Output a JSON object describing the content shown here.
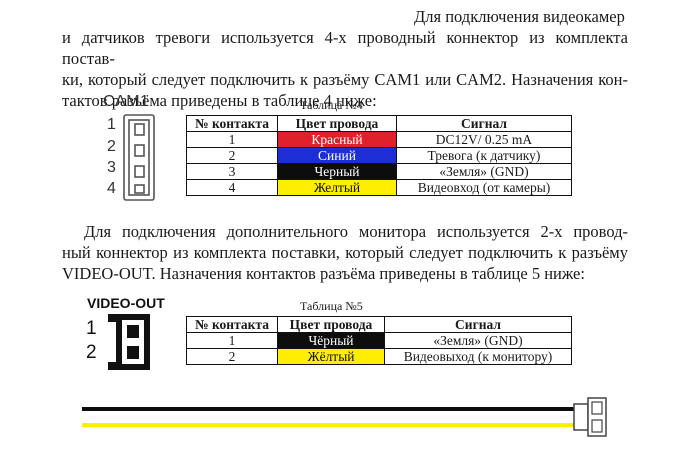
{
  "paragraph1": {
    "lines": [
      "Для подключения видеокамер",
      "и датчиков тревоги используется 4-х проводный коннектор из комплекта постав-",
      "ки, который следует подключить к  разъёму CAM1 или CAM2. Назначения кон-",
      "тактов разъёма приведены в таблице 4 ниже:"
    ]
  },
  "connector1": {
    "label": "CAM1",
    "pins": [
      "1",
      "2",
      "3",
      "4"
    ]
  },
  "table4": {
    "caption": "Таблица №4",
    "headers": [
      "№ контакта",
      "Цвет провода",
      "Сигнал"
    ],
    "rows": [
      {
        "pin": "1",
        "color": "Красный",
        "signal": "DC12V/ 0.25 mA"
      },
      {
        "pin": "2",
        "color": "Синий",
        "signal": "Тревога (к датчику)"
      },
      {
        "pin": "3",
        "color": "Черный",
        "signal": "«Земля» (GND)"
      },
      {
        "pin": "4",
        "color": "Желтый",
        "signal": "Видеовход (от камеры)"
      }
    ]
  },
  "paragraph2": {
    "lines": [
      "Для подключения дополнительного монитора используется 2-х провод-",
      "ный коннектор из комплекта поставки, который следует подключить к  разъёму",
      "VIDEO-OUT. Назначения контактов разъёма приведены в таблице 5 ниже:"
    ]
  },
  "connector2": {
    "label": "VIDEO-OUT",
    "pins": [
      "1",
      "2"
    ]
  },
  "table5": {
    "caption": "Таблица №5",
    "headers": [
      "№ контакта",
      "Цвет провода",
      "Сигнал"
    ],
    "rows": [
      {
        "pin": "1",
        "color": "Чёрный",
        "signal": "«Земля» (GND)"
      },
      {
        "pin": "2",
        "color": "Жёлтый",
        "signal": "Видеовыход (к монитору)"
      }
    ]
  },
  "wire_colors": {
    "red": "#e0202a",
    "blue": "#1c2fd6",
    "black": "#0d0d0d",
    "yellow": "#ffee00"
  }
}
